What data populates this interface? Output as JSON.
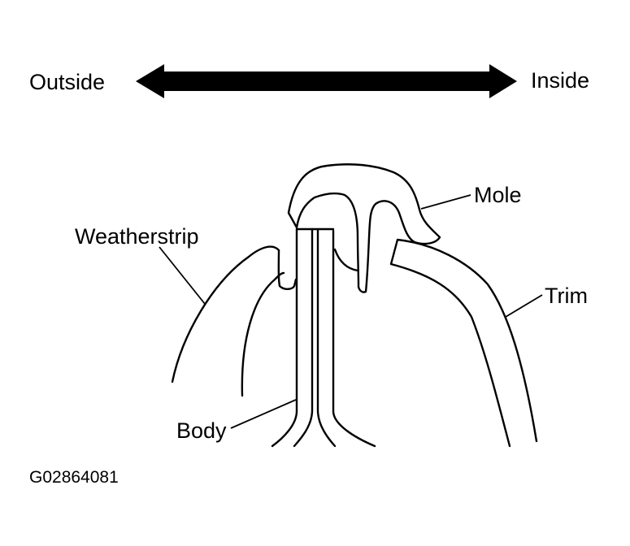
{
  "labels": {
    "outside": "Outside",
    "inside": "Inside",
    "mole": "Mole",
    "weatherstrip": "Weatherstrip",
    "trim": "Trim",
    "body": "Body"
  },
  "figure_id": "G02864081",
  "colors": {
    "ink": "#000000",
    "background": "#ffffff"
  }
}
